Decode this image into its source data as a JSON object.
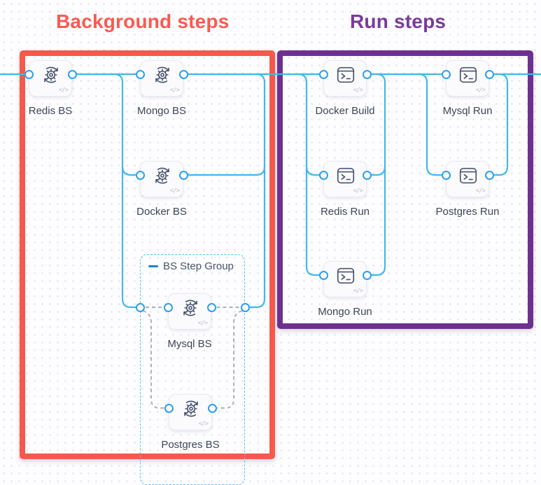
{
  "titles": {
    "background_steps": "Background steps",
    "run_steps": "Run steps"
  },
  "group": {
    "label": "BS Step Group",
    "collapse_icon": "minus-dash-icon"
  },
  "nodes": [
    {
      "id": "redis-bs",
      "label": "Redis BS",
      "type": "background",
      "icon": "sync-gear-icon"
    },
    {
      "id": "mongo-bs",
      "label": "Mongo BS",
      "type": "background",
      "icon": "sync-gear-icon"
    },
    {
      "id": "docker-bs",
      "label": "Docker BS",
      "type": "background",
      "icon": "sync-gear-icon"
    },
    {
      "id": "mysql-bs",
      "label": "Mysql BS",
      "type": "background",
      "icon": "sync-gear-icon"
    },
    {
      "id": "postgres-bs",
      "label": "Postgres BS",
      "type": "background",
      "icon": "sync-gear-icon"
    },
    {
      "id": "docker-build",
      "label": "Docker Build",
      "type": "run",
      "icon": "terminal-icon"
    },
    {
      "id": "mysql-run",
      "label": "Mysql Run",
      "type": "run",
      "icon": "terminal-icon"
    },
    {
      "id": "redis-run",
      "label": "Redis Run",
      "type": "run",
      "icon": "terminal-icon"
    },
    {
      "id": "postgres-run",
      "label": "Postgres Run",
      "type": "run",
      "icon": "terminal-icon"
    },
    {
      "id": "mongo-run",
      "label": "Mongo Run",
      "type": "run",
      "icon": "terminal-icon"
    }
  ],
  "badges": {
    "code": "</>"
  },
  "colors": {
    "background_frame": "#F5594B",
    "background_title": "#FA5A50",
    "run_frame": "#6E3090",
    "run_title": "#7B3A9B",
    "connector_line": "#41B8EC",
    "port_ring": "#2B9FF0",
    "dashed_connector": "#A9AFC0",
    "group_border": "#5BC2F0",
    "collapse_dash": "#1B84D6"
  }
}
